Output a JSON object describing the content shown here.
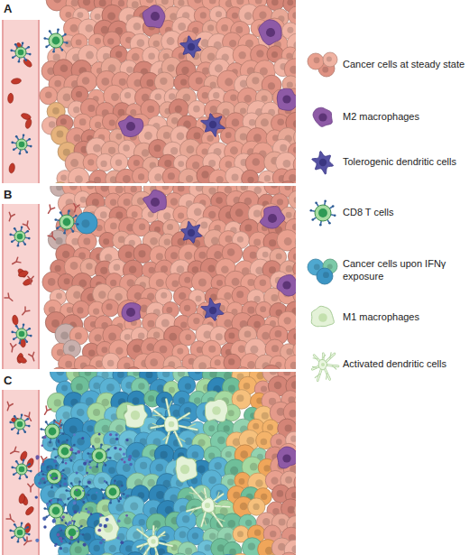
{
  "diagram": {
    "labels": [
      "A",
      "B",
      "C"
    ],
    "legend": [
      {
        "text": "Cancer cells at steady state"
      },
      {
        "text": "M2 macrophages"
      },
      {
        "text": "Tolerogenic dendritic cells"
      },
      {
        "text": "CD8 T cells"
      },
      {
        "text": "Cancer cells upon IFNγ exposure"
      },
      {
        "text": "M1 macrophages"
      },
      {
        "text": "Activated dendritic cells"
      }
    ]
  }
}
